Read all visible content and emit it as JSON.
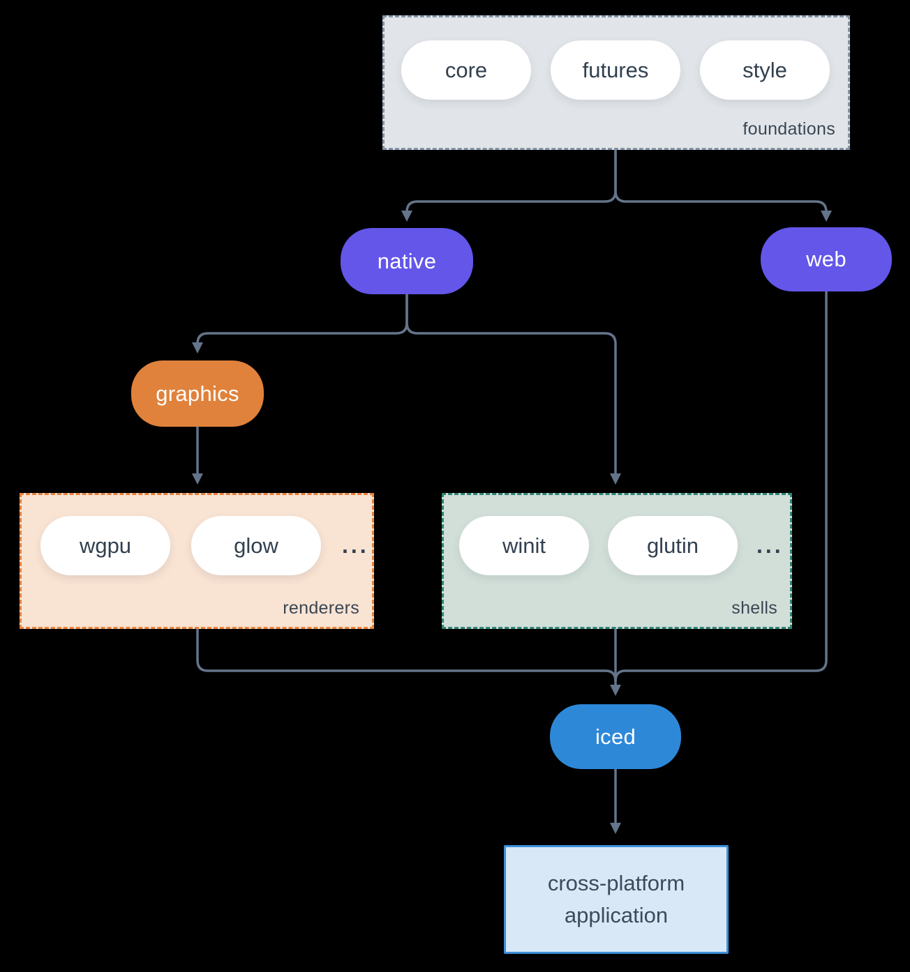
{
  "diagram": {
    "foundations": {
      "label": "foundations",
      "pills": [
        "core",
        "futures",
        "style"
      ]
    },
    "native": {
      "label": "native"
    },
    "web": {
      "label": "web"
    },
    "graphics": {
      "label": "graphics"
    },
    "renderers": {
      "label": "renderers",
      "pills": [
        "wgpu",
        "glow"
      ],
      "more": "..."
    },
    "shells": {
      "label": "shells",
      "pills": [
        "winit",
        "glutin"
      ],
      "more": "..."
    },
    "iced": {
      "label": "iced"
    },
    "application": {
      "label": "cross-platform application"
    },
    "colors": {
      "background": "#000000",
      "connector": "#64748B",
      "purple_node": "#6356E9",
      "orange_node": "#E0823C",
      "blue_node": "#2E88D8",
      "foundations_bg": "#E1E5E9",
      "foundations_border": "#8494A4",
      "renderers_bg": "#F9E3D3",
      "renderers_border": "#E8823C",
      "shells_bg": "#D2DFD9",
      "shells_border": "#2F8574",
      "application_bg": "#D9E8F7",
      "application_border": "#3E8FD9",
      "dark_text": "#31404F",
      "white_text": "#FFFFFF"
    }
  }
}
